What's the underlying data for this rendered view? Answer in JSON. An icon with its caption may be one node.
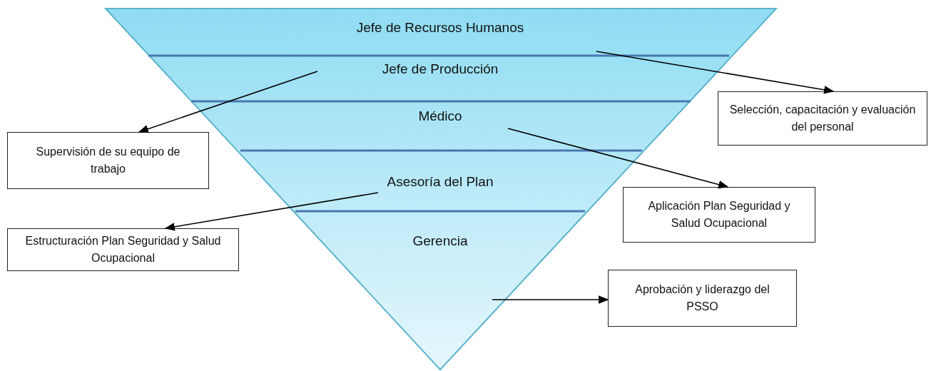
{
  "diagram": {
    "nodes": [
      {
        "text": [
          "Jefe de Recursos Humanos"
        ]
      },
      {
        "text": [
          "Jefe de Producción"
        ]
      },
      {
        "text": [
          "Médico"
        ]
      },
      {
        "text": [
          "Asesoría del Plan"
        ]
      },
      {
        "text": [
          "Gerencia"
        ]
      },
      {
        "text": [
          "Selección, capacitación y evaluación del personal"
        ]
      },
      {
        "text": [
          "Supervisión de su equipo de trabajo"
        ]
      },
      {
        "text": [
          "Aplicación Plan Seguridad y Salud Ocupacional"
        ]
      },
      {
        "text": [
          "Estructuración Plan Seguridad y Salud Ocupacional"
        ]
      },
      {
        "text": [
          "Aprobación y liderazgo del PSSO"
        ]
      }
    ],
    "edges": [
      {
        "from": 0,
        "to": 5,
        "arrow": "to"
      },
      {
        "from": 1,
        "to": 6,
        "arrow": "to"
      },
      {
        "from": 2,
        "to": 7,
        "arrow": "to"
      },
      {
        "from": 3,
        "to": 8,
        "arrow": "to"
      },
      {
        "from": 4,
        "to": 9,
        "arrow": "to"
      }
    ]
  }
}
